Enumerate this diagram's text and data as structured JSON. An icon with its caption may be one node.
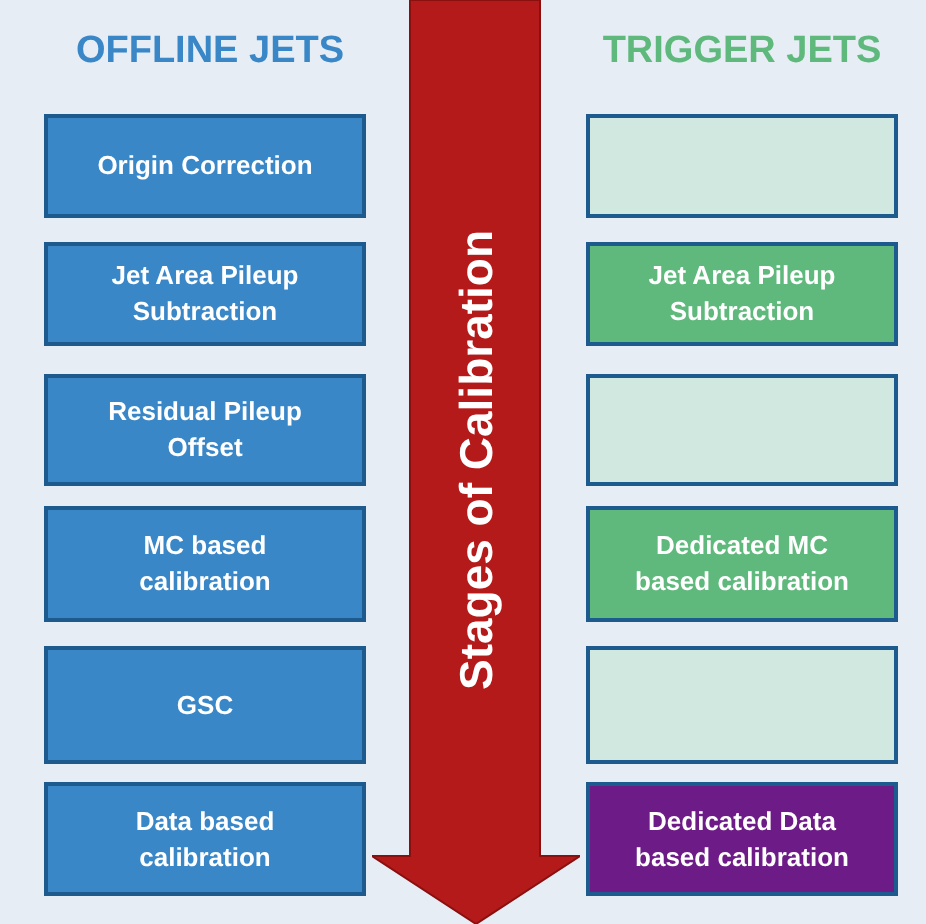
{
  "diagram": {
    "nodes": [
      {
        "text": [
          "Origin Correction"
        ]
      },
      {
        "text": [
          "Jet Area Pileup Subtraction"
        ]
      },
      {
        "text": [
          "Residual Pileup Offset"
        ]
      },
      {
        "text": [
          "MC based calibration"
        ]
      },
      {
        "text": [
          "GSC"
        ]
      },
      {
        "text": [
          "Data based calibration"
        ]
      },
      {
        "text": [],
        "shape": "box"
      },
      {
        "text": [
          "Jet Area Pileup Subtraction"
        ]
      },
      {
        "text": [],
        "shape": "box"
      },
      {
        "text": [
          "Dedicated MC based calibration"
        ]
      },
      {
        "text": [],
        "shape": "box"
      },
      {
        "text": [
          "Dedicated Data based calibration"
        ]
      },
      {
        "text": [
          "Stages of Calibration"
        ]
      }
    ],
    "labels": [
      "OFFLINE JETS",
      "TRIGGER JETS"
    ]
  }
}
